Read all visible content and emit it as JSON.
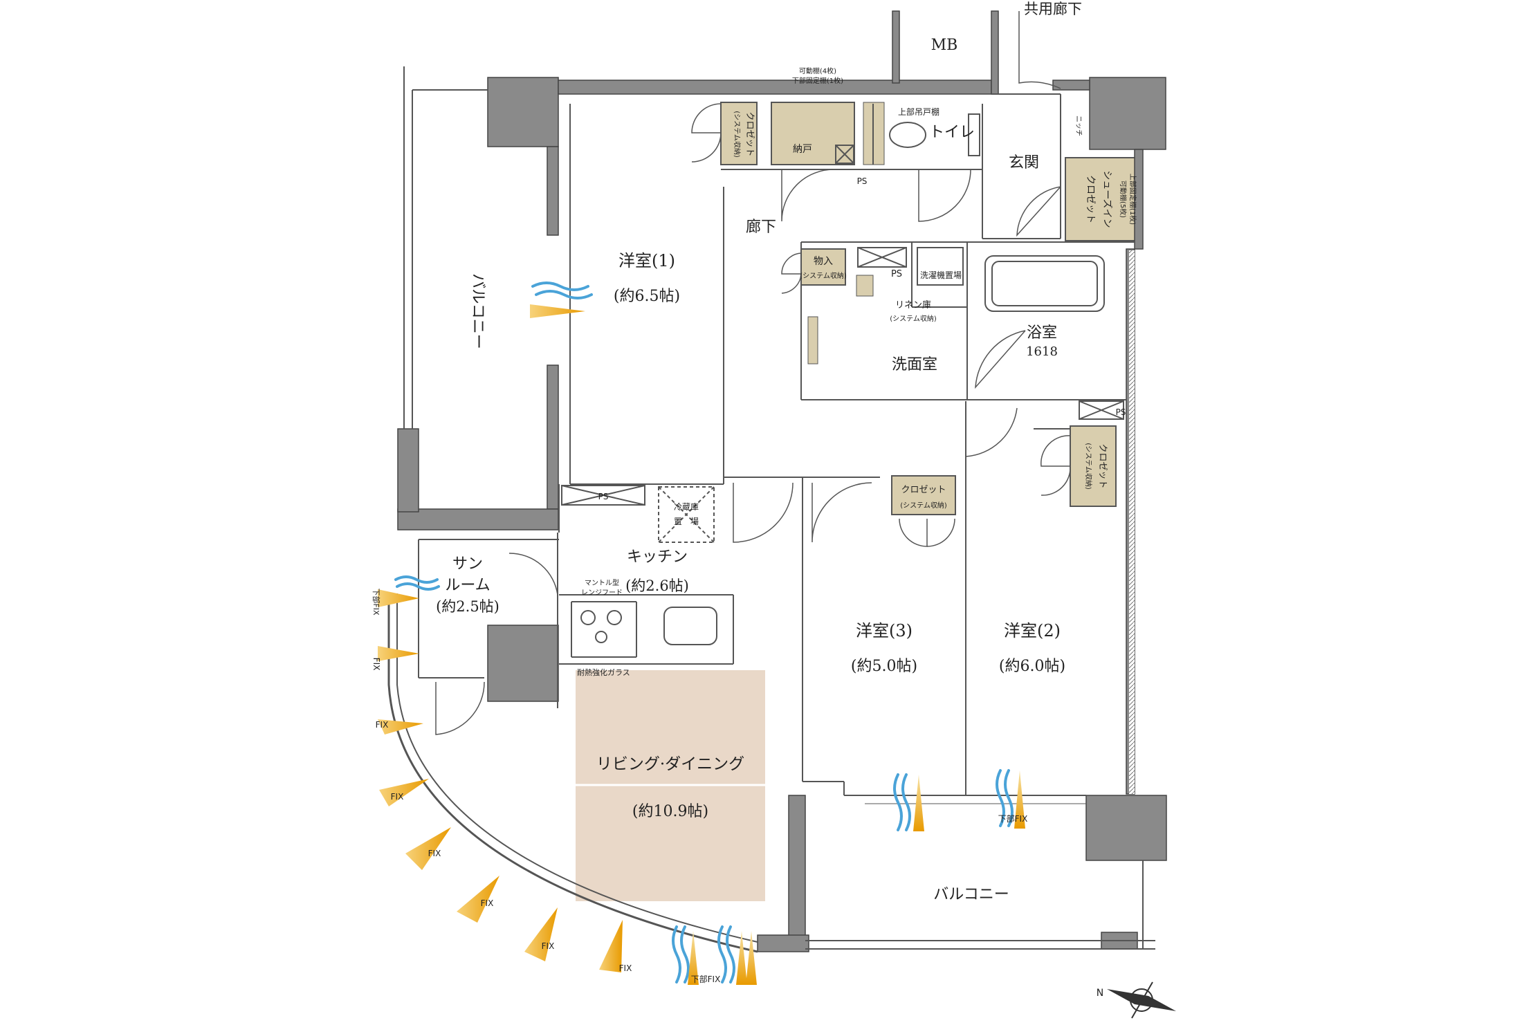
{
  "rooms": {
    "western1": {
      "name": "洋室(1)",
      "size": "(約6.5帖)"
    },
    "western2": {
      "name": "洋室(2)",
      "size": "(約6.0帖)"
    },
    "western3": {
      "name": "洋室(3)",
      "size": "(約5.0帖)"
    },
    "ld": {
      "name": "リビング·ダイニング",
      "size": "(約10.9帖)"
    },
    "kitchen": {
      "name": "キッチン",
      "size": "(約2.6帖)"
    },
    "sunroom": {
      "line1": "サン",
      "line2": "ルーム",
      "size": "(約2.5帖)"
    },
    "bath": {
      "name": "浴室",
      "size": "1618"
    },
    "washroom": {
      "name": "洗面室"
    },
    "toilet": {
      "name": "トイレ"
    },
    "entrance": {
      "name": "玄関"
    },
    "hallway": {
      "name": "廊下"
    },
    "balcony_west": {
      "name": "バルコニー"
    },
    "balcony_south": {
      "name": "バルコニー"
    },
    "mb": {
      "name": "MB"
    },
    "common_corridor": {
      "name": "共用廊下"
    }
  },
  "storage": {
    "closet_w1": {
      "name": "クロゼット",
      "note": "(システム収納)"
    },
    "nando": {
      "name": "納戸"
    },
    "monoire": {
      "name": "物入",
      "note": "(システム収納)"
    },
    "closet_w3": {
      "name": "クロゼット",
      "note": "(システム収納)"
    },
    "closet_w2": {
      "name": "クロゼット",
      "note": "(システム収納)"
    },
    "shoes_in": {
      "name": "シューズイン",
      "name2": "クロゼット",
      "note": "上部固定棚(1枚)",
      "note2": "可動棚(5枚)"
    },
    "linen": {
      "name": "リネン庫",
      "note": "(システム収納)"
    },
    "niche": {
      "name": "ニッチ"
    }
  },
  "annotations": {
    "shelves_top": "可動棚(4枚)",
    "shelves_bottom": "下部固定棚(1枚)",
    "upper_cabinet": "上部吊戸棚",
    "ps": "PS",
    "washer": "洗濯機置場",
    "fridge1": "冷蔵庫",
    "fridge2": "置　場",
    "range_hood1": "マントル型",
    "range_hood2": "レンジフード",
    "glass": "耐熱強化ガラス",
    "fix": "FIX",
    "lower_fix": "下部FIX",
    "lower_fix_vertical": "下部FIX",
    "fix_vertical": "FIX"
  },
  "compass": {
    "north": "N"
  },
  "colors": {
    "wall": "#7a7a7a",
    "storage_fill": "#d9ceae",
    "floor_ld": "#e9d8c8",
    "wind": "#4aa3d8",
    "sun": "#f2b21a"
  }
}
